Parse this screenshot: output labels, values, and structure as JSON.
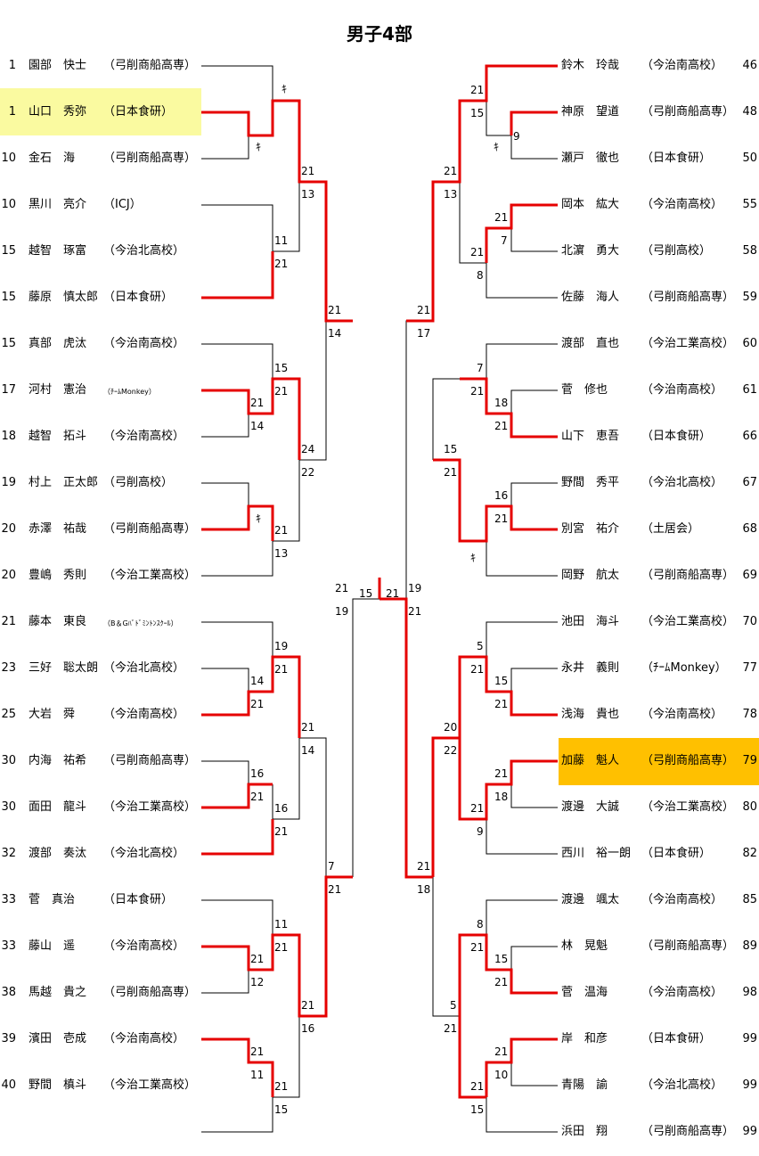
{
  "title": "男子4部",
  "colors": {
    "win_line": "#e60000",
    "line": "#000000",
    "highlight_yellow": "#fafaa0",
    "highlight_orange": "#ffc000"
  },
  "left_players": [
    {
      "seed": "1",
      "name": "園部　快士",
      "club": "（弓削商船高専）"
    },
    {
      "seed": "1",
      "name": "山口　秀弥",
      "club": "（日本食研）"
    },
    {
      "seed": "10",
      "name": "金石　海",
      "club": "（弓削商船高専）"
    },
    {
      "seed": "10",
      "name": "黒川　亮介",
      "club": "（ICJ）"
    },
    {
      "seed": "15",
      "name": "越智　琢富",
      "club": "（今治北高校）"
    },
    {
      "seed": "15",
      "name": "藤原　慎太郎",
      "club": "（日本食研）"
    },
    {
      "seed": "15",
      "name": "真部　虎汰",
      "club": "（今治南高校）"
    },
    {
      "seed": "17",
      "name": "河村　憲治",
      "club": "（ﾁｰﾑMonkey）"
    },
    {
      "seed": "18",
      "name": "越智　拓斗",
      "club": "（今治南高校）"
    },
    {
      "seed": "19",
      "name": "村上　正太郎",
      "club": "（弓削高校）"
    },
    {
      "seed": "20",
      "name": "赤澤　祐哉",
      "club": "（弓削商船高専）"
    },
    {
      "seed": "20",
      "name": "豊嶋　秀則",
      "club": "（今治工業高校）"
    },
    {
      "seed": "21",
      "name": "藤本　東良",
      "club": "（B＆Gﾊﾞﾄﾞﾐﾝﾄﾝｽｸｰﾙ）"
    },
    {
      "seed": "23",
      "name": "三好　聡太朗",
      "club": "（今治北高校）"
    },
    {
      "seed": "25",
      "name": "大岩　舜",
      "club": "（今治南高校）"
    },
    {
      "seed": "30",
      "name": "内海　祐希",
      "club": "（弓削商船高専）"
    },
    {
      "seed": "30",
      "name": "面田　龍斗",
      "club": "（今治工業高校）"
    },
    {
      "seed": "32",
      "name": "渡部　奏汰",
      "club": "（今治北高校）"
    },
    {
      "seed": "33",
      "name": "菅　真治",
      "club": "（日本食研）"
    },
    {
      "seed": "33",
      "name": "藤山　遥",
      "club": "（今治南高校）"
    },
    {
      "seed": "38",
      "name": "馬越　貴之",
      "club": "（弓削商船高専）"
    },
    {
      "seed": "39",
      "name": "濱田　壱成",
      "club": "（今治南高校）"
    },
    {
      "seed": "40",
      "name": "野間　槙斗",
      "club": "（今治工業高校）"
    }
  ],
  "right_players": [
    {
      "seed": "46",
      "name": "鈴木　玲哉",
      "club": "（今治南高校）"
    },
    {
      "seed": "48",
      "name": "神原　望道",
      "club": "（弓削商船高専）"
    },
    {
      "seed": "50",
      "name": "瀬戸　徹也",
      "club": "（日本食研）"
    },
    {
      "seed": "55",
      "name": "岡本　紘大",
      "club": "（今治南高校）"
    },
    {
      "seed": "58",
      "name": "北濵　勇大",
      "club": "（弓削高校）"
    },
    {
      "seed": "59",
      "name": "佐藤　海人",
      "club": "（弓削商船高専）"
    },
    {
      "seed": "60",
      "name": "渡部　直也",
      "club": "（今治工業高校）"
    },
    {
      "seed": "61",
      "name": "菅　修也",
      "club": "（今治南高校）"
    },
    {
      "seed": "66",
      "name": "山下　恵吾",
      "club": "（日本食研）"
    },
    {
      "seed": "67",
      "name": "野間　秀平",
      "club": "（今治北高校）"
    },
    {
      "seed": "68",
      "name": "別宮　祐介",
      "club": "（土居会）"
    },
    {
      "seed": "69",
      "name": "岡野　航太",
      "club": "（弓削商船高専）"
    },
    {
      "seed": "70",
      "name": "池田　海斗",
      "club": "（今治工業高校）"
    },
    {
      "seed": "77",
      "name": "永井　義則",
      "club": "（ﾁｰﾑMonkey）"
    },
    {
      "seed": "78",
      "name": "浅海　貴也",
      "club": "（今治南高校）"
    },
    {
      "seed": "79",
      "name": "加藤　魁人",
      "club": "（弓削商船高専）"
    },
    {
      "seed": "80",
      "name": "渡邊　大誠",
      "club": "（今治工業高校）"
    },
    {
      "seed": "82",
      "name": "西川　裕一朗",
      "club": "（日本食研）"
    },
    {
      "seed": "85",
      "name": "渡邊　颯太",
      "club": "（今治南高校）"
    },
    {
      "seed": "89",
      "name": "林　晃魁",
      "club": "（弓削商船高専）"
    },
    {
      "seed": "98",
      "name": "菅　温海",
      "club": "（今治南高校）"
    },
    {
      "seed": "99",
      "name": "岸　和彦",
      "club": "（日本食研）"
    },
    {
      "seed": "99",
      "name": "青陽　諭",
      "club": "（今治北高校）"
    },
    {
      "seed": "99",
      "name": "浜田　翔",
      "club": "（弓削商船高専）"
    }
  ],
  "scores": {
    "l0_a": "ｷ",
    "l0_b": "ｷ",
    "l1_a": "11",
    "l1_b": "21",
    "l2_a": "21",
    "l2_b": "13",
    "l3_a": "15",
    "l3_b": "21",
    "l3_c": "21",
    "l3_d": "14",
    "l4_a": "ｷ",
    "l4_b": "21",
    "l4_c": "13",
    "l5_a": "24",
    "l5_b": "22",
    "l6_a": "21",
    "l6_b": "14",
    "l7_a": "19",
    "l7_b": "21",
    "l7_c": "14",
    "l7_d": "21",
    "l8_a": "16",
    "l8_b": "21",
    "l8_c": "16",
    "l8_d": "21",
    "l9_a": "21",
    "l9_b": "14",
    "l10_a": "11",
    "l10_b": "21",
    "l10_c": "21",
    "l10_d": "12",
    "l11_a": "21",
    "l11_b": "11",
    "l11_c": "21",
    "l11_d": "15",
    "l12_a": "21",
    "l12_b": "16",
    "l13_a": "7",
    "l13_b": "21",
    "l14_a": "21",
    "l14_b": "19",
    "f_a": "15",
    "f_b": "21",
    "r14_a": "19",
    "r14_b": "21",
    "r0_a": "21",
    "r0_b": "15",
    "r0_c": "ｷ",
    "r0_d": "9",
    "r1_a": "21",
    "r1_b": "7",
    "r1_c": "21",
    "r1_d": "8",
    "r2_a": "21",
    "r2_b": "13",
    "r3_a": "7",
    "r3_b": "21",
    "r3_c": "18",
    "r3_d": "21",
    "r4_a": "16",
    "r4_b": "21",
    "r4_c": "ｷ",
    "r5_a": "15",
    "r5_b": "21",
    "r6_a": "21",
    "r6_b": "17",
    "r7_a": "5",
    "r7_b": "21",
    "r7_c": "15",
    "r7_d": "21",
    "r8_a": "21",
    "r8_b": "18",
    "r8_c": "21",
    "r8_d": "9",
    "r9_a": "20",
    "r9_b": "22",
    "r10_a": "8",
    "r10_b": "21",
    "r10_c": "15",
    "r10_d": "21",
    "r11_a": "21",
    "r11_b": "10",
    "r11_c": "21",
    "r11_d": "15",
    "r12_a": "5",
    "r12_b": "21",
    "r13_a": "21",
    "r13_b": "18"
  }
}
